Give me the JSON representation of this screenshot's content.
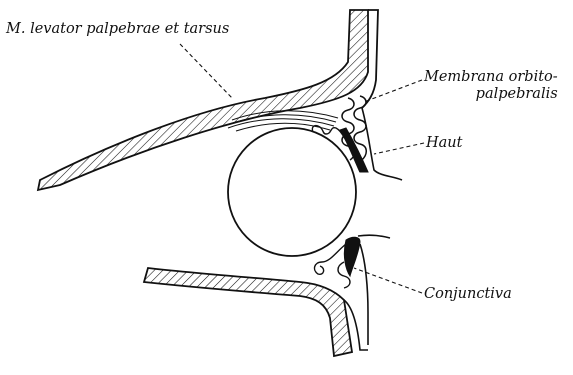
{
  "labels": {
    "levator": "M. levator palpebrae et tarsus",
    "membrana_line1": "Membrana orbito-",
    "membrana_line2": "palpebralis",
    "haut": "Haut",
    "conjunctiva": "Conjunctiva"
  },
  "colors": {
    "ink": "#111111",
    "background": "#ffffff"
  }
}
